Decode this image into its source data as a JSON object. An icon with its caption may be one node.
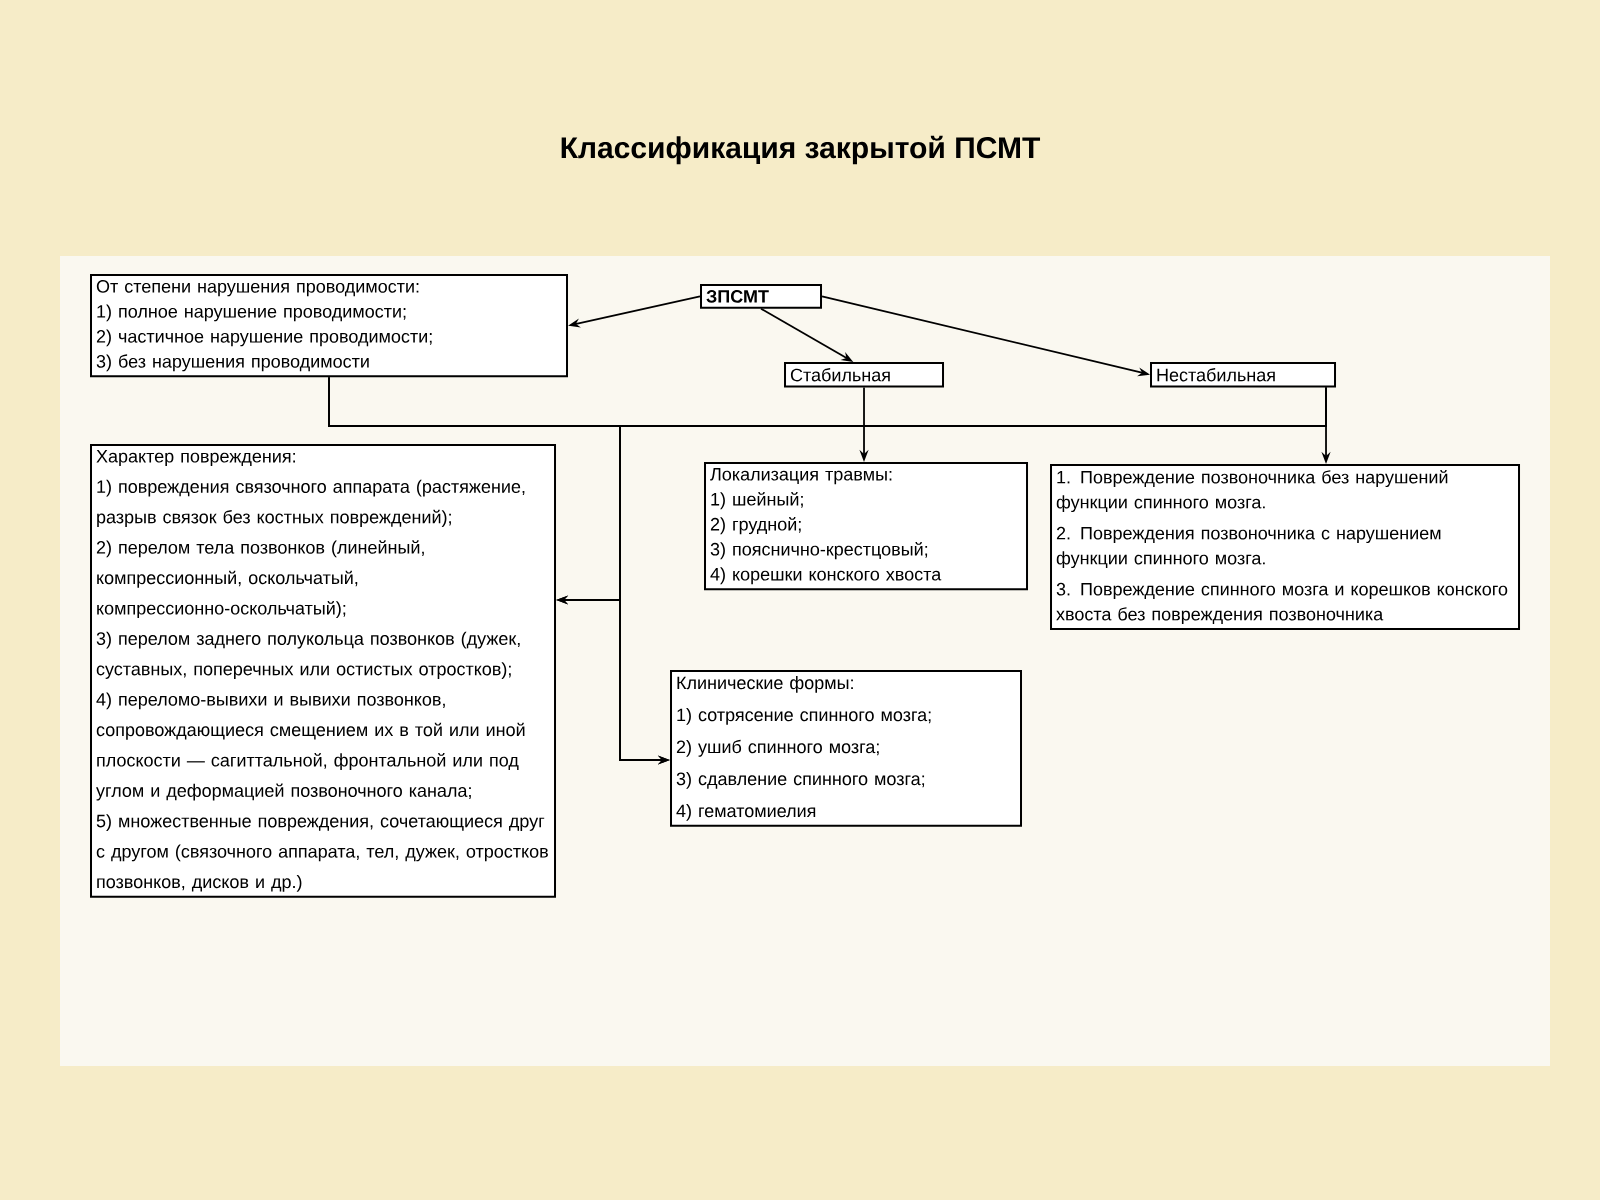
{
  "diagram": {
    "title": "Классификация закрытой ПСМТ",
    "nodes": [
      {
        "text": [
          "ЗПСМТ"
        ]
      },
      {
        "text": [
          "От степени нарушения проводимости:",
          "1) полное нарушение проводимости;",
          "2) частичное нарушение проводимости;",
          "3) без нарушения проводимости"
        ]
      },
      {
        "text": [
          "Стабильная"
        ]
      },
      {
        "text": [
          "Нестабильная"
        ]
      },
      {
        "text": [
          "Характер повреждения:",
          "1) повреждения связочного аппарата (растяжение, разрыв связок без костных повреждений);",
          "2) перелом тела позвонков (линейный, компрессионный, оскольчатый, компрессионно-оскольчатый);",
          "3) перелом заднего полукольца позвонков (дужек, суставных, поперечных или остистых отростков);",
          "4) переломо-вывихи и вывихи позвонков, сопровождающиеся смещением их в той или иной плоскости — сагиттальной, фронтальной или под углом и деформацией позвоночного канала;",
          "5) множественные повреждения, сочетающиеся друг с другом (связочного аппарата, тел, дужек, отростков позвонков, дисков и др.)"
        ]
      },
      {
        "text": [
          "Локализация травмы:",
          "1) шейный;",
          "2) грудной;",
          "3) пояснично-крестцовый;",
          "4) корешки конского хвоста"
        ]
      },
      {
        "text": [
          "1. Повреждение позвоночника без нарушений функции спинного мозга.",
          "2. Повреждения позвоночника с нарушением функции спинного мозга.",
          "3. Повреждение спинного мозга и корешков конского хвоста без повреждения позвоночника"
        ]
      },
      {
        "text": [
          "Клинические формы:",
          "1) сотрясение спинного мозга;",
          "2) ушиб спинного мозга;",
          "3) сдавление спинного мозга;",
          "4) гематомиелия"
        ]
      }
    ],
    "edges": [
      {
        "from": 0,
        "to": 1,
        "arrow": "to"
      },
      {
        "from": 0,
        "to": 2,
        "arrow": "to"
      },
      {
        "from": 0,
        "to": 3,
        "arrow": "to"
      },
      {
        "from": 2,
        "to": 5,
        "arrow": "to"
      },
      {
        "from": 3,
        "to": 6,
        "arrow": "to"
      },
      {
        "from": 1,
        "to": 4,
        "arrow": "to"
      },
      {
        "from": 1,
        "to": 7,
        "arrow": "to"
      },
      {
        "from": 3,
        "to": 4,
        "arrow": "to"
      },
      {
        "from": 3,
        "to": 7,
        "arrow": "to"
      }
    ]
  }
}
